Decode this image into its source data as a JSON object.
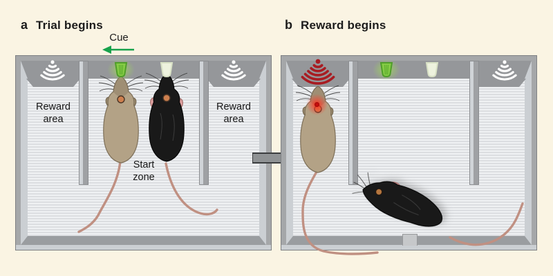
{
  "figure": {
    "type": "two-panel behavioural experiment schematic",
    "panel_a": {
      "label": "a",
      "title": "Trial begins",
      "cue_label": "Cue",
      "reward_left_line1": "Reward",
      "reward_left_line2": "area",
      "reward_right_line1": "Reward",
      "reward_right_line2": "area",
      "start_line1": "Start",
      "start_line2": "zone"
    },
    "panel_b": {
      "label": "b",
      "title": "Reward begins"
    }
  },
  "icons": {
    "cue_arrow": "green-left-arrow",
    "transition_arrow": "gray-right-arrow",
    "speaker_idle": "white-ultrasound-speaker",
    "speaker_active": "red-ultrasound-speaker",
    "cue_light_on": "green-cue-light",
    "cue_light_off": "inactive-cue-light",
    "stimulation": "red-stimulation-glow"
  },
  "colors": {
    "background": "#FAF4E3",
    "wall_gray": "#A5A7A9",
    "wall_dark": "#95979A",
    "wall_light": "#CBCFD3",
    "floor_light": "#EFF1F3",
    "floor_stripe": "#DCDEE1",
    "cue_green": "#85CC45",
    "cue_green_border": "#4F9D2A",
    "cue_off": "#EDF2DE",
    "arrow_green": "#17A24B",
    "speaker_white": "#FFFFFF",
    "speaker_red": "#A81C22",
    "mouse_tan": "#B3A286",
    "mouse_black": "#191919",
    "tail_pink": "#C09082",
    "transition_arrow": "#8F9294"
  }
}
